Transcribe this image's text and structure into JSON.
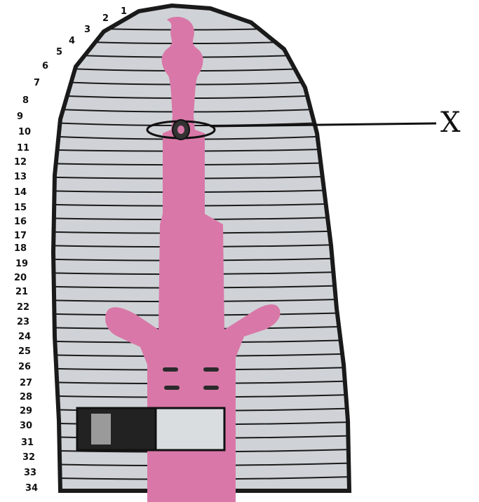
{
  "diagram": {
    "segment_numbers": [
      "1",
      "2",
      "3",
      "4",
      "5",
      "6",
      "7",
      "8",
      "9",
      "10",
      "11",
      "12",
      "13",
      "14",
      "15",
      "16",
      "17",
      "18",
      "19",
      "20",
      "21",
      "22",
      "23",
      "24",
      "25",
      "26",
      "27",
      "28",
      "29",
      "30",
      "31",
      "32",
      "33",
      "34"
    ],
    "callout_label": "X",
    "colors": {
      "body_fill": "#cfd3d7",
      "body_outline": "#1a1a1a",
      "segment_line": "#1a1a1a",
      "gut": "#d978a8",
      "clitellum_dark": "#222222",
      "clitellum_light": "#d9dde0"
    }
  }
}
